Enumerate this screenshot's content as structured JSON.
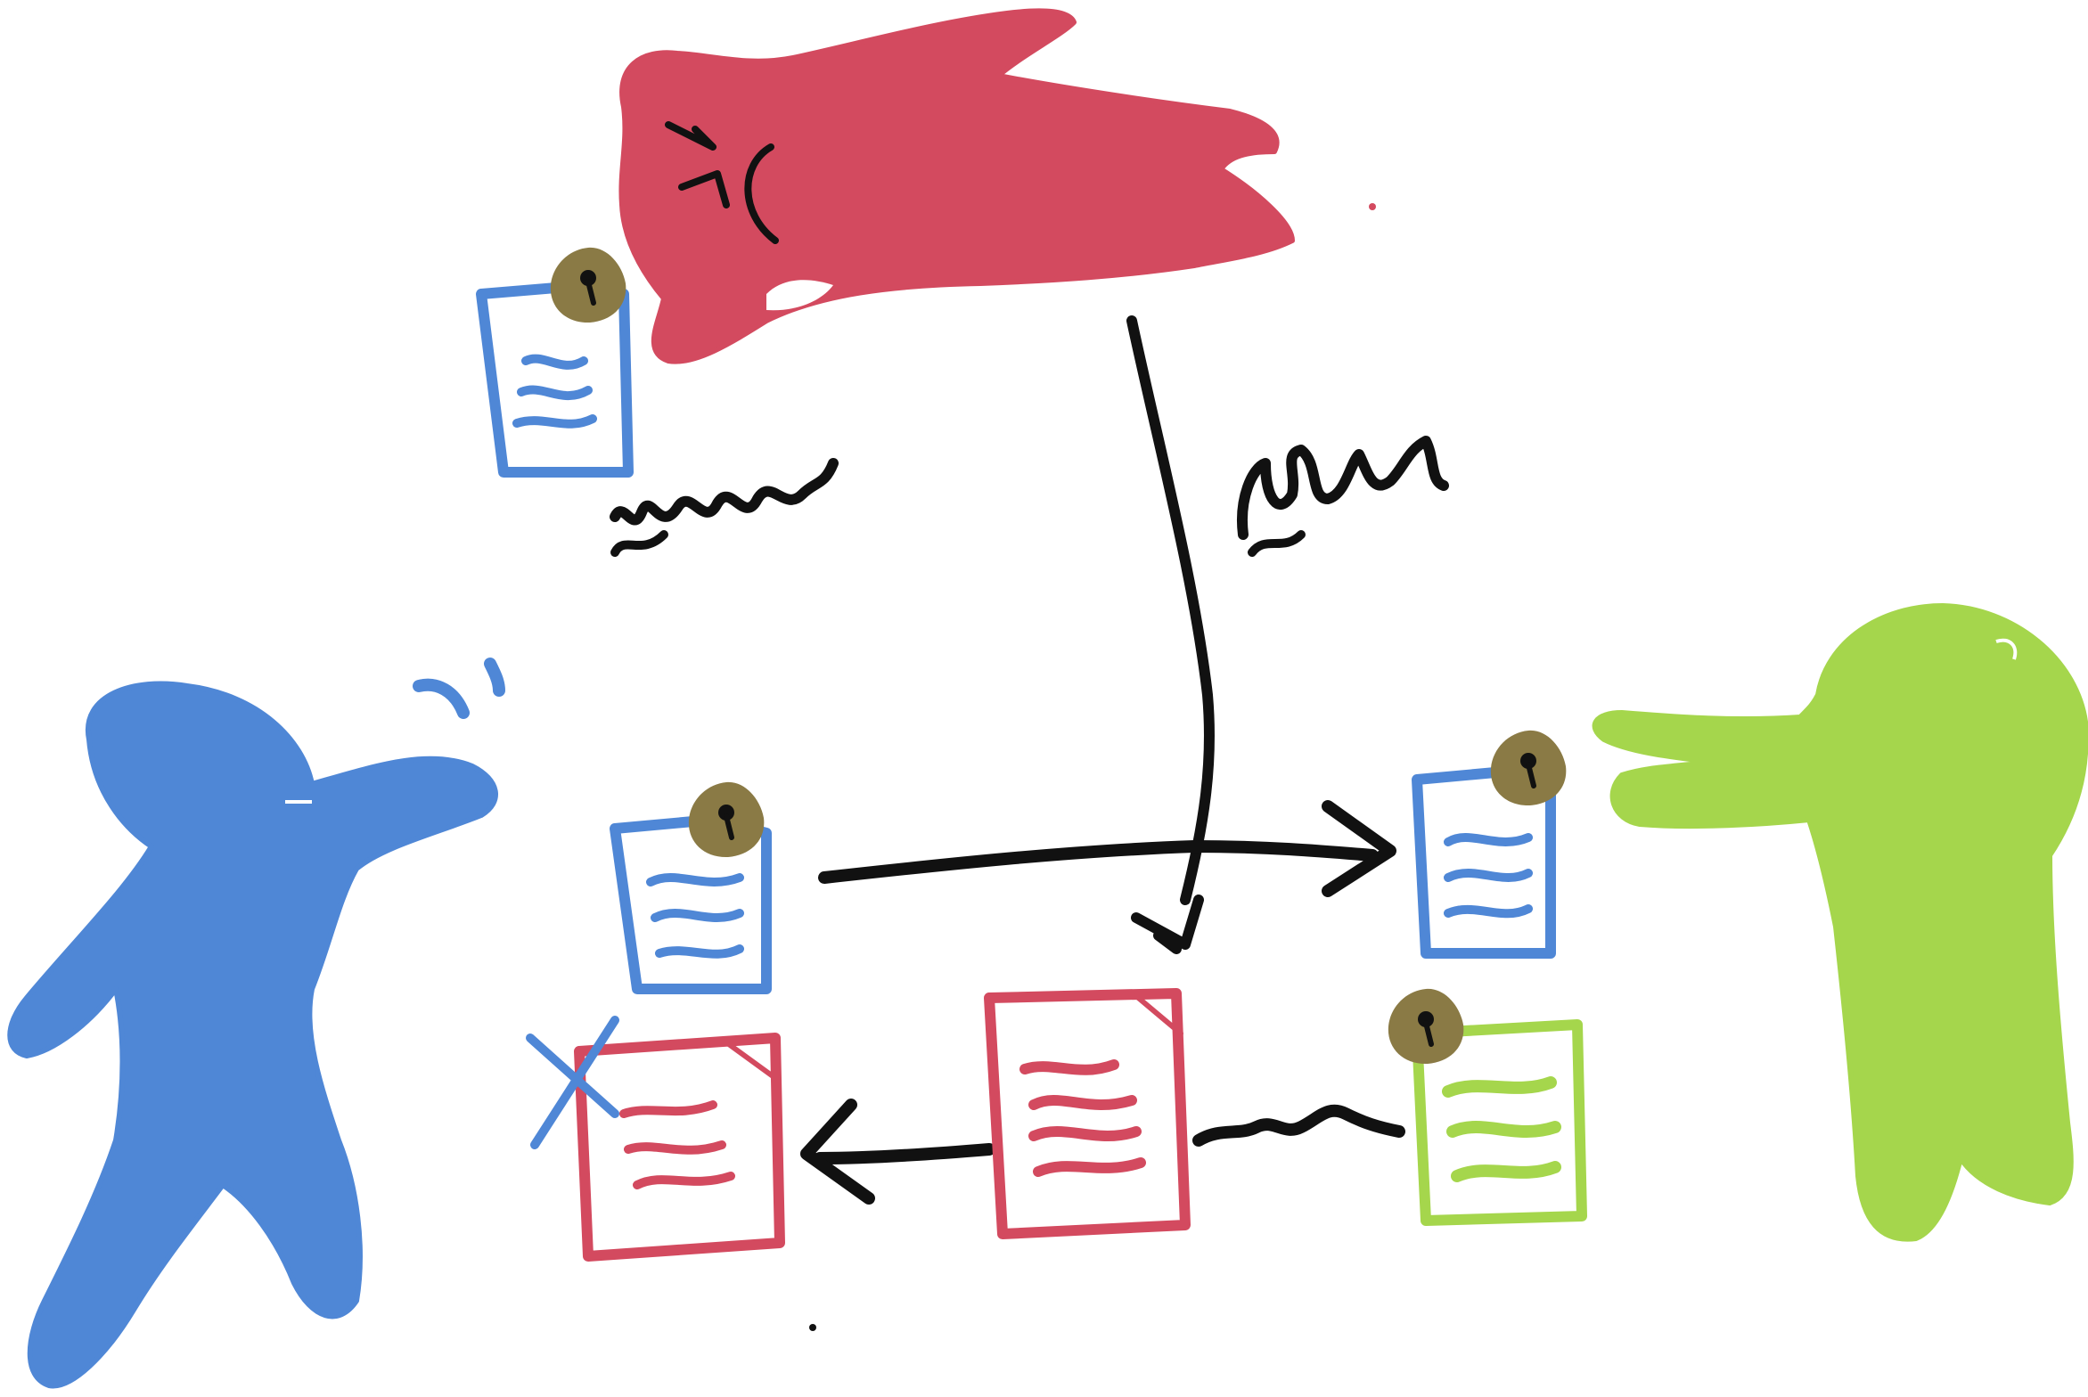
{
  "colors": {
    "background": "#ffffff",
    "alice_blue": "#4f87d6",
    "attacker_red": "#d34a5f",
    "bob_green": "#a5d64c",
    "lock_brown": "#8a7a45",
    "ink": "#111111"
  },
  "figures": [
    {
      "name": "blue-stick-figure",
      "color_key": "alice_blue"
    },
    {
      "name": "red-ghost-figure",
      "color_key": "attacker_red"
    },
    {
      "name": "green-stick-figure",
      "color_key": "bob_green"
    }
  ],
  "documents": [
    {
      "name": "blue-document-with-lock",
      "color_key": "alice_blue",
      "locked": true
    },
    {
      "name": "blue-document-with-lock",
      "color_key": "alice_blue",
      "locked": true
    },
    {
      "name": "blue-document-with-lock",
      "color_key": "alice_blue",
      "locked": true
    },
    {
      "name": "red-document",
      "color_key": "attacker_red",
      "locked": false
    },
    {
      "name": "red-document-crossed",
      "color_key": "attacker_red",
      "locked": false
    },
    {
      "name": "green-document-with-lock",
      "color_key": "bob_green",
      "locked": true
    }
  ],
  "icons": [
    "lock-icon",
    "cross-mark-icon",
    "arrow-icon",
    "excitement-marks-icon"
  ],
  "scribbles": [
    "scribble-label-left",
    "scribble-label-right",
    "scribble-label-bottom"
  ]
}
